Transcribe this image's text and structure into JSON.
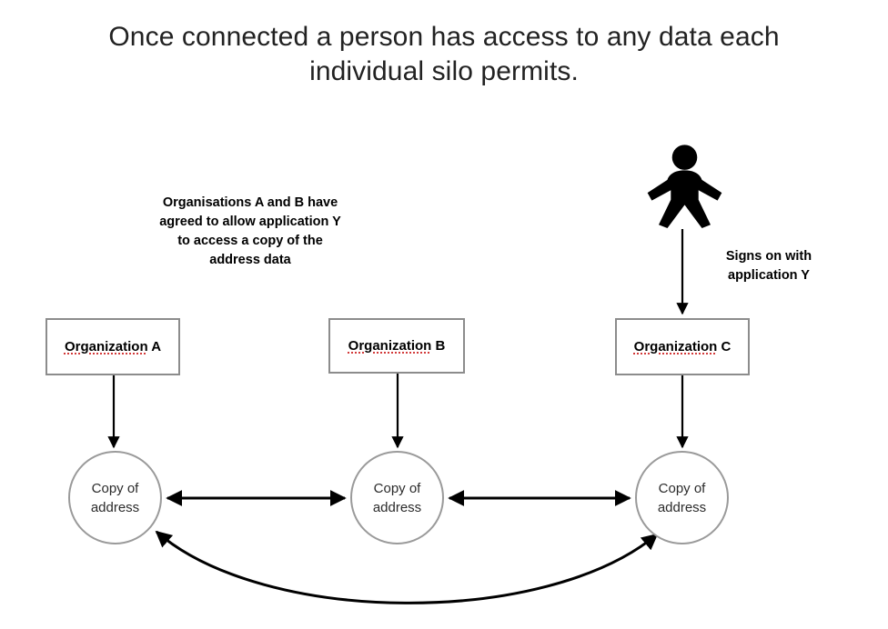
{
  "slide": {
    "title": "Once connected a person has access to any data each\nindividual silo permits.",
    "background_color": "#ffffff"
  },
  "notes": [
    {
      "id": "note-left",
      "text": "Organisations A and B have\nagreed to allow application Y\nto access a copy of the\naddress data"
    },
    {
      "id": "note-right",
      "text": "Signs on with\napplication Y"
    }
  ],
  "org_boxes": [
    {
      "id": "org-box-a",
      "label": "Organization A",
      "misspelled_part": "Organization",
      "suffix": " A",
      "border_color": "#8c8c8c"
    },
    {
      "id": "org-box-b",
      "label": "Organization B",
      "misspelled_part": "Organization",
      "suffix": " B",
      "border_color": "#8c8c8c"
    },
    {
      "id": "org-box-c",
      "label": "Organization C",
      "misspelled_part": "Organization",
      "suffix": " C",
      "border_color": "#8c8c8c"
    }
  ],
  "copy_circles": [
    {
      "id": "copy-circle-a",
      "label": "Copy of\naddress",
      "border_color": "#9a9a9a"
    },
    {
      "id": "copy-circle-b",
      "label": "Copy of\naddress",
      "border_color": "#9a9a9a"
    },
    {
      "id": "copy-circle-c",
      "label": "Copy of\naddress",
      "border_color": "#9a9a9a"
    }
  ],
  "icons": {
    "person": "person-icon"
  },
  "connectors": [
    {
      "name": "arrow-person-to-org-c",
      "kind": "straight-arrow",
      "direction": "down"
    },
    {
      "name": "arrow-org-a-to-copy-a",
      "kind": "straight-arrow",
      "direction": "down"
    },
    {
      "name": "arrow-org-b-to-copy-b",
      "kind": "straight-arrow",
      "direction": "down"
    },
    {
      "name": "arrow-org-c-to-copy-c",
      "kind": "straight-arrow",
      "direction": "down"
    },
    {
      "name": "arrow-copy-a-copy-b",
      "kind": "double-arrow",
      "direction": "horizontal"
    },
    {
      "name": "arrow-copy-b-copy-c",
      "kind": "double-arrow",
      "direction": "horizontal"
    },
    {
      "name": "arrow-copy-a-copy-c-curved",
      "kind": "double-arrow-curved",
      "direction": "arc-below"
    }
  ],
  "colors": {
    "stroke": "#000000",
    "box_border": "#8c8c8c",
    "circle_border": "#9a9a9a",
    "spellcheck_underline": "#d23a3a",
    "title_text": "#222222"
  }
}
